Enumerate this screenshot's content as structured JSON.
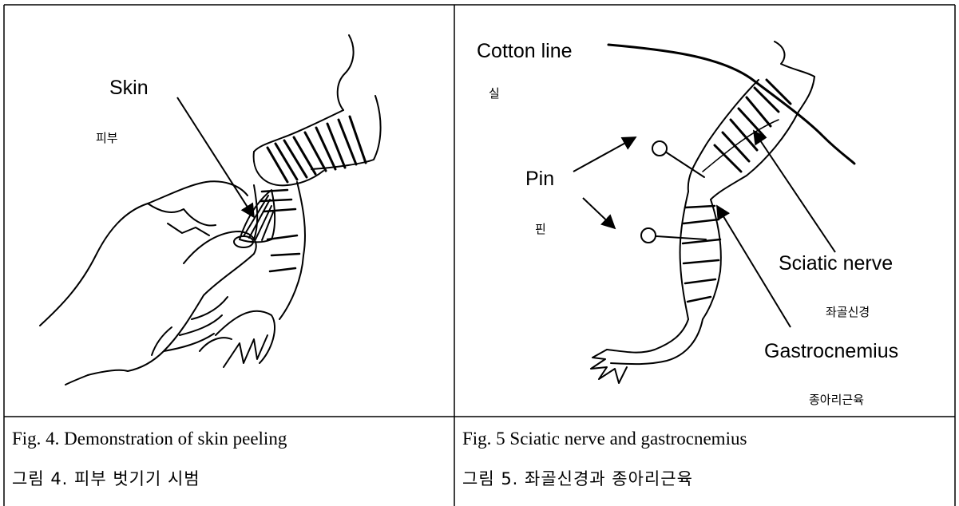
{
  "left_panel": {
    "label_en": "Skin",
    "label_ko": "피부",
    "caption_en": "Fig. 4. Demonstration of skin peeling",
    "caption_ko": "그림 4. 피부 벗기기 시범"
  },
  "right_panel": {
    "cotton_en": "Cotton line",
    "cotton_ko": "실",
    "pin_en": "Pin",
    "pin_ko": "핀",
    "sciatic_en": "Sciatic nerve",
    "sciatic_ko": "좌골신경",
    "gastro_en": "Gastrocnemius",
    "gastro_ko": "종아리근육",
    "caption_en": "Fig. 5 Sciatic nerve and gastrocnemius",
    "caption_ko": "그림 5. 좌골신경과 종아리근육"
  }
}
